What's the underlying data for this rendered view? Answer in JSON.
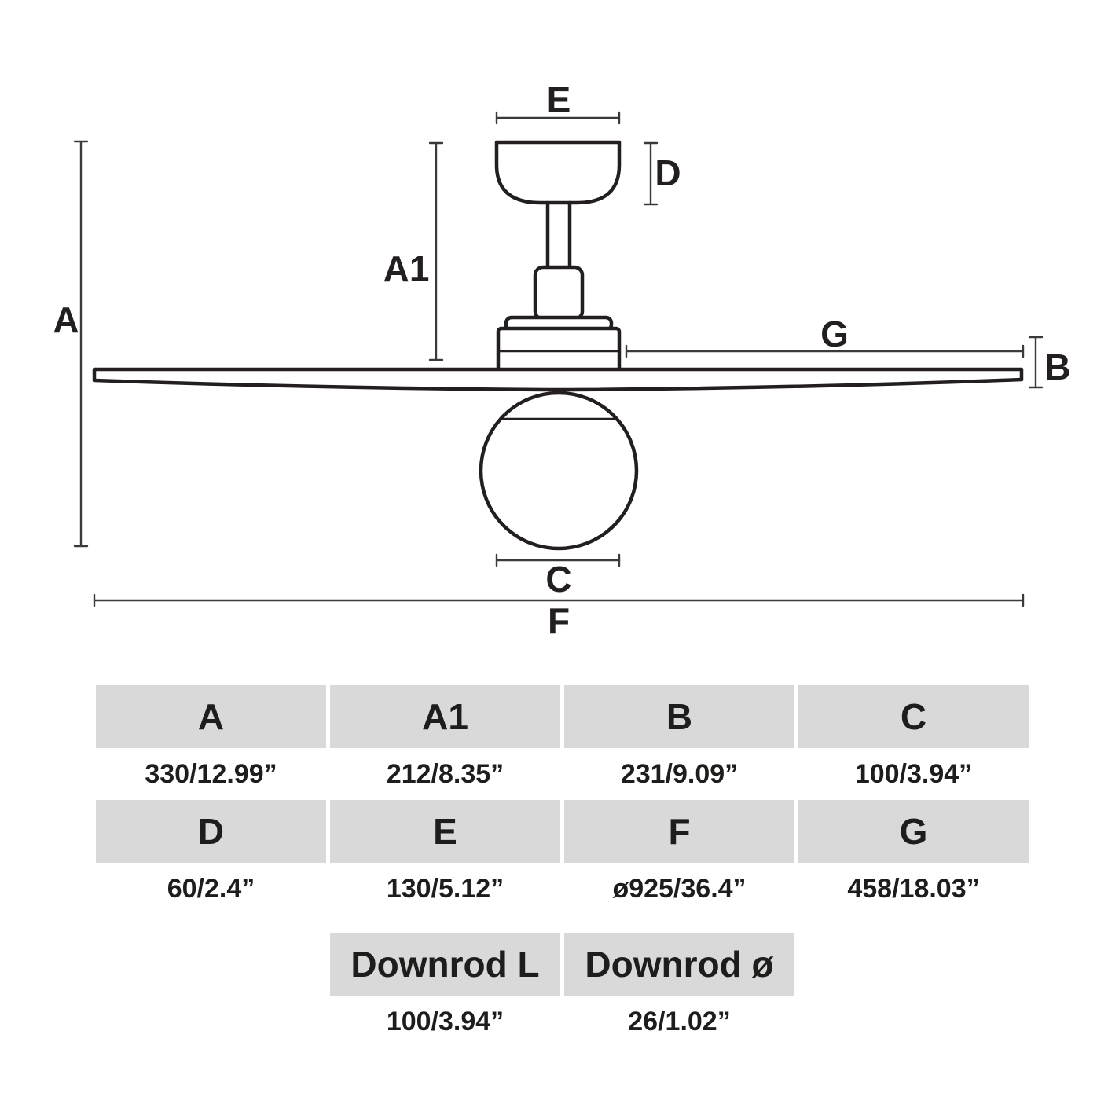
{
  "page": {
    "background": "#ffffff"
  },
  "diagram": {
    "line_color": "#231f20",
    "dim_color": "#3a3a3a",
    "labels": {
      "A": "A",
      "A1": "A1",
      "B": "B",
      "C": "C",
      "D": "D",
      "E": "E",
      "F": "F",
      "G": "G"
    },
    "parts": {
      "canopy": "ceiling-canopy",
      "downrod": "downrod",
      "coupling": "motor-coupling",
      "plate": "mounting-plate",
      "motor": "motor-housing",
      "blade": "fan-blades",
      "globe": "light-globe"
    }
  },
  "table": {
    "header_bg": "#d9d9d9",
    "text_color": "#1d1d1b",
    "row1": {
      "headers": [
        "A",
        "A1",
        "B",
        "C"
      ],
      "values": [
        "330/12.99”",
        "212/8.35”",
        "231/9.09”",
        "100/3.94”"
      ]
    },
    "row2": {
      "headers": [
        "D",
        "E",
        "F",
        "G"
      ],
      "values": [
        "60/2.4”",
        "130/5.12”",
        "ø925/36.4”",
        "458/18.03”"
      ]
    },
    "downrod": {
      "headers": [
        "Downrod L",
        "Downrod ø"
      ],
      "values": [
        "100/3.94”",
        "26/1.02”"
      ]
    }
  }
}
